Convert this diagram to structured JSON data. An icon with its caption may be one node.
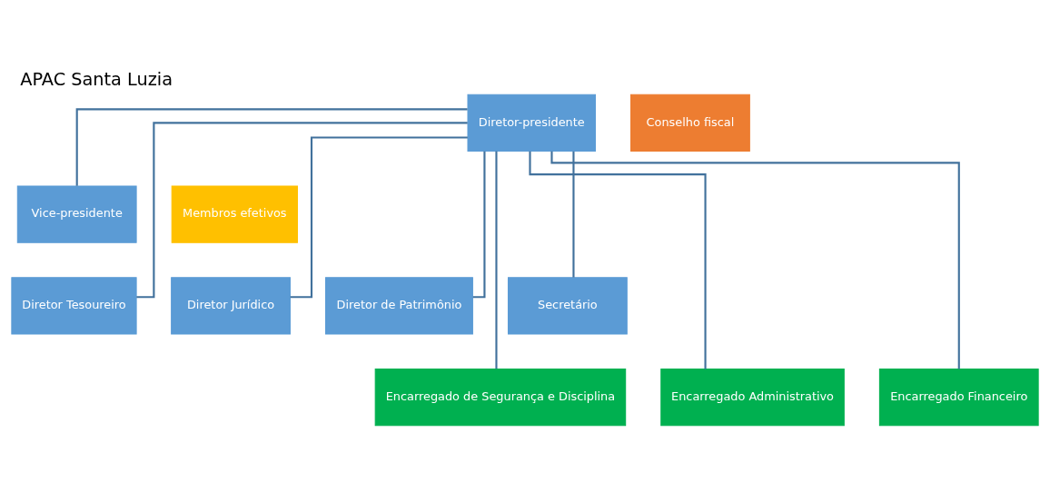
{
  "diagram": {
    "title": "APAC Santa Luzia",
    "nodes": [
      {
        "text": [
          "Diretor-presidente"
        ]
      },
      {
        "text": [
          "Conselho fiscal"
        ]
      },
      {
        "text": [
          "Vice-presidente"
        ]
      },
      {
        "text": [
          "Membros efetivos"
        ]
      },
      {
        "text": [
          "Diretor Tesoureiro"
        ]
      },
      {
        "text": [
          "Diretor Jurídico"
        ]
      },
      {
        "text": [
          "Diretor de Patrimônio"
        ]
      },
      {
        "text": [
          "Secretário"
        ]
      },
      {
        "text": [
          "Encarregado de Segurança e Disciplina"
        ]
      },
      {
        "text": [
          "Encarregado Administrativo"
        ]
      },
      {
        "text": [
          "Encarregado Financeiro"
        ]
      }
    ],
    "edges": [
      {
        "from": 0,
        "to": 2,
        "arrow": "none"
      },
      {
        "from": 0,
        "to": 4,
        "arrow": "none"
      },
      {
        "from": 0,
        "to": 5,
        "arrow": "none"
      },
      {
        "from": 0,
        "to": 6,
        "arrow": "none"
      },
      {
        "from": 0,
        "to": 7,
        "arrow": "none"
      },
      {
        "from": 0,
        "to": 8,
        "arrow": "none"
      },
      {
        "from": 0,
        "to": 9,
        "arrow": "none"
      },
      {
        "from": 0,
        "to": 10,
        "arrow": "none"
      }
    ]
  }
}
